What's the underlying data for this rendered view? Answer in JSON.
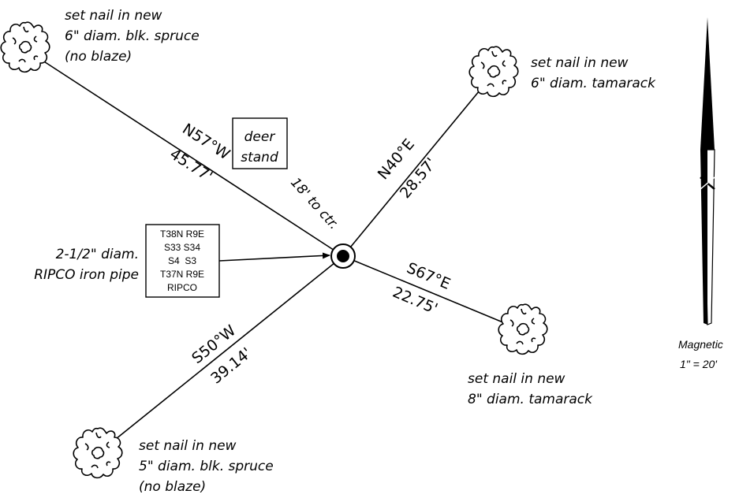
{
  "trees": {
    "nw": {
      "line1": "set nail in new",
      "line2": "6\" diam. blk. spruce",
      "line3": "(no blaze)"
    },
    "ne": {
      "line1": "set nail in new",
      "line2": "6\" diam. tamarack"
    },
    "se": {
      "line1": "set nail in new",
      "line2": "8\" diam. tamarack"
    },
    "sw": {
      "line1": "set nail in new",
      "line2": "5\" diam. blk. spruce",
      "line3": "(no blaze)"
    }
  },
  "bearings": {
    "nw": {
      "bearing": "N57°W",
      "distance": "45.77'"
    },
    "ne": {
      "bearing": "N40°E",
      "distance": "28.57'"
    },
    "se": {
      "bearing": "S67°E",
      "distance": "22.75'"
    },
    "sw": {
      "bearing": "S50°W",
      "distance": "39.14'"
    }
  },
  "deer_stand": {
    "line1": "deer",
    "line2": "stand",
    "distance": "18' to ctr."
  },
  "pipe": {
    "line1": "2-1/2\" diam.",
    "line2": "RIPCO iron pipe"
  },
  "pipe_cap": [
    "T38N R9E",
    "S33 S34",
    "S4  S3",
    "T37N R9E",
    "RIPCO"
  ],
  "north_arrow": {
    "label": "Magnetic",
    "scale": "1\" = 20'"
  }
}
